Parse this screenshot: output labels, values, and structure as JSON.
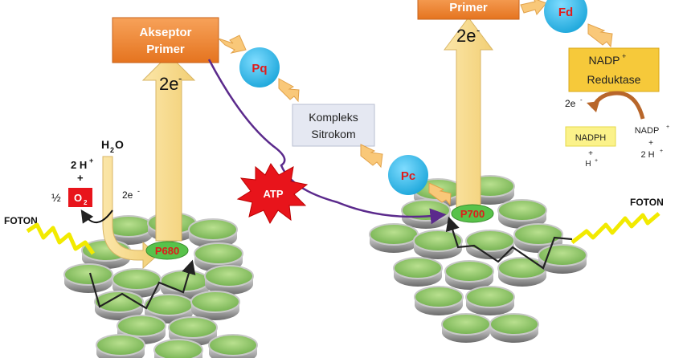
{
  "labels": {
    "akseptor_line1": "Akseptor",
    "akseptor_line2": "Primer",
    "primer_top": "Primer",
    "pq": "Pq",
    "fd": "Fd",
    "kompleks_line1": "Kompleks",
    "kompleks_line2": "Sitrokom",
    "pc": "Pc",
    "nadp_reductase_line1": "NADP",
    "nadp_reductase_sup": "+",
    "nadp_reductase_line2": "Reduktase",
    "electron_2e_left": "2e",
    "electron_2e_right": "2e",
    "electron_sup": "-",
    "electron_small": "2e",
    "electron_nadp": "2e",
    "h2o_h": "H",
    "h2o_2": "2",
    "h2o_o": "O",
    "two_h_plus": "2 H",
    "plus_sign": "+",
    "half": "½",
    "o2_o": "O",
    "o2_2": "2",
    "p680": "P680",
    "p700": "P700",
    "atp": "ATP",
    "foton_left": "FOTON",
    "foton_right": "FOTON",
    "nadph": "NADPH",
    "nadph_plus": "+",
    "nadph_h": "H",
    "nadp_plus_label": "NADP",
    "nadp_plus_plus": "+",
    "nadp_two_h": "2 H"
  },
  "colors": {
    "orange_box": "#f08a3c",
    "blue_circle": "#2fb8e6",
    "red_text": "#e01b1b",
    "arrow_fill": "#f6d98a",
    "purple_line": "#5b2a8c",
    "yellow_wave": "#f5f000",
    "green_disc": "#8cc56a",
    "nadp_box": "#f6c93a",
    "nadph_box": "#fbf28a",
    "kompleks_box": "#e5e8f2"
  }
}
